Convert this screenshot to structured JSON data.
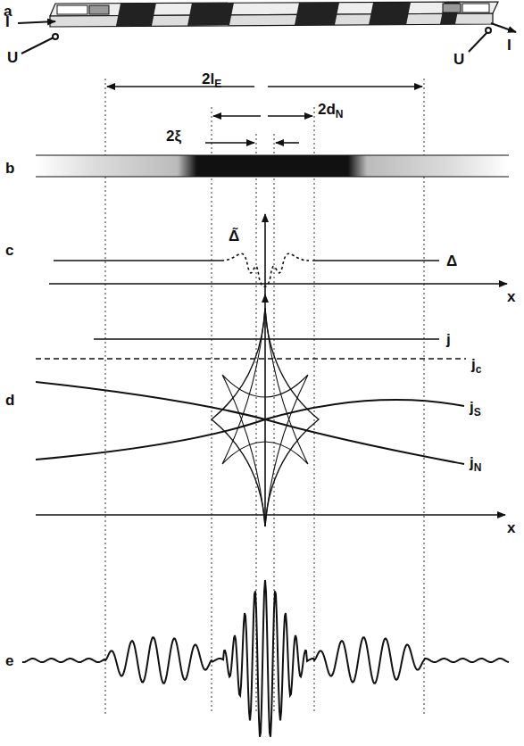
{
  "diagram": {
    "labels": [
      "a",
      "I",
      "U",
      "U",
      "I",
      "2lE",
      "2dN",
      "2ξ",
      "b",
      "c",
      "Δ̃",
      "Δ",
      "x",
      "j",
      "jc",
      "d",
      "jS",
      "jN",
      "x",
      "e"
    ]
  }
}
